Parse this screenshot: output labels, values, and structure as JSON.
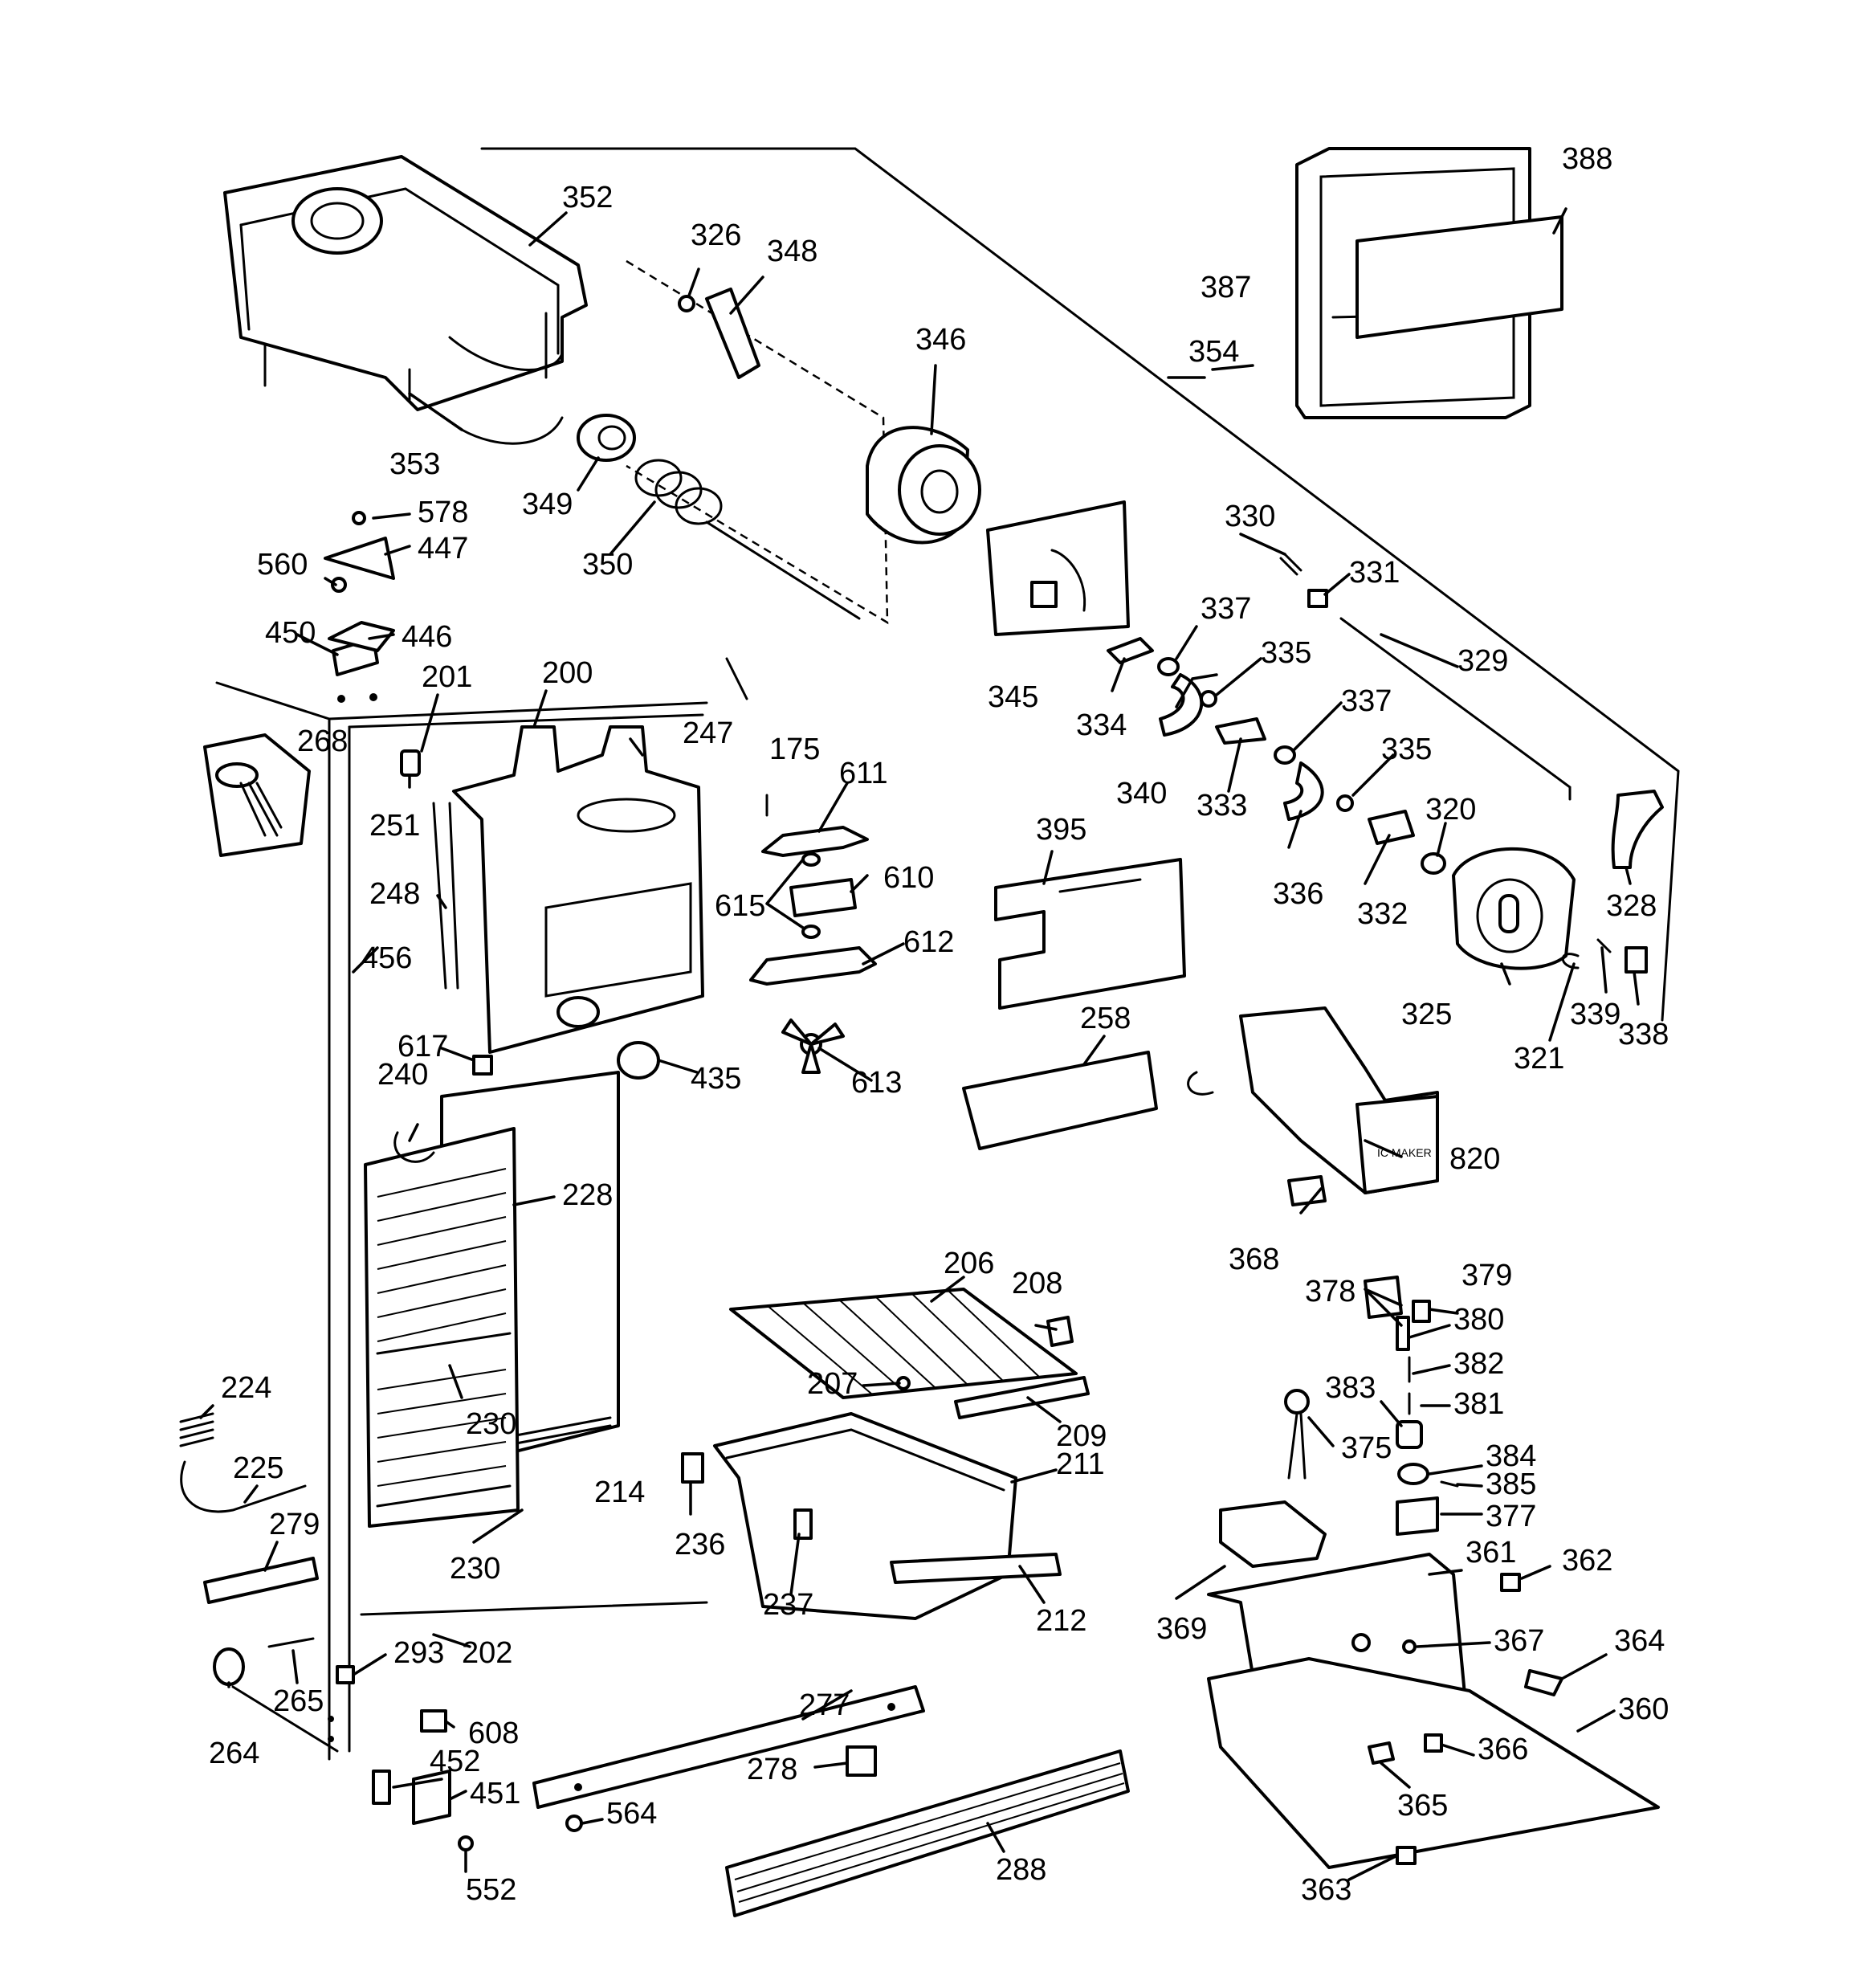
{
  "labels": {
    "p200": "200",
    "p201": "201",
    "p202": "202",
    "p206": "206",
    "p207": "207",
    "p208": "208",
    "p209": "209",
    "p211": "211",
    "p212": "212",
    "p214": "214",
    "p224": "224",
    "p225": "225",
    "p228": "228",
    "p230a": "230",
    "p230b": "230",
    "p236": "236",
    "p237": "237",
    "p240": "240",
    "p247": "247",
    "p248": "248",
    "p251": "251",
    "p258": "258",
    "p264": "264",
    "p265": "265",
    "p268": "268",
    "p277": "277",
    "p278": "278",
    "p279": "279",
    "p288": "288",
    "p293": "293",
    "p175": "175",
    "p320": "320",
    "p321": "321",
    "p325": "325",
    "p326": "326",
    "p328": "328",
    "p329": "329",
    "p330": "330",
    "p331": "331",
    "p332": "332",
    "p333": "333",
    "p334": "334",
    "p335a": "335",
    "p335b": "335",
    "p336": "336",
    "p337a": "337",
    "p337b": "337",
    "p338": "338",
    "p339": "339",
    "p340": "340",
    "p345": "345",
    "p346": "346",
    "p348": "348",
    "p349": "349",
    "p350": "350",
    "p352": "352",
    "p353": "353",
    "p354": "354",
    "p360": "360",
    "p361": "361",
    "p362": "362",
    "p363": "363",
    "p364": "364",
    "p365": "365",
    "p366": "366",
    "p367": "367",
    "p368": "368",
    "p369": "369",
    "p375": "375",
    "p377": "377",
    "p378": "378",
    "p379": "379",
    "p380": "380",
    "p381": "381",
    "p382": "382",
    "p383": "383",
    "p384": "384",
    "p385": "385",
    "p387": "387",
    "p388": "388",
    "p395": "395",
    "p435": "435",
    "p446": "446",
    "p447": "447",
    "p450": "450",
    "p451": "451",
    "p452": "452",
    "p456": "456",
    "p552": "552",
    "p560": "560",
    "p564": "564",
    "p578": "578",
    "p608": "608",
    "p610": "610",
    "p611": "611",
    "p612": "612",
    "p613": "613",
    "p615": "615",
    "p617": "617",
    "p820": "820"
  },
  "icemaker_label": "IC MAKER",
  "colors": {
    "ink": "#000000",
    "paper": "#ffffff"
  }
}
